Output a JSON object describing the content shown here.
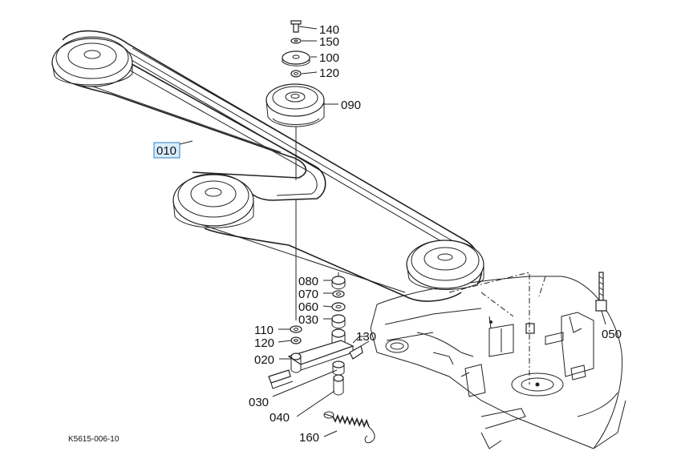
{
  "diagram": {
    "drawing_code": "K5615-006-10",
    "selected_part": "010",
    "highlight_color": "#d8ecfb",
    "callouts": [
      {
        "id": "140",
        "label": "140"
      },
      {
        "id": "150",
        "label": "150"
      },
      {
        "id": "100",
        "label": "100"
      },
      {
        "id": "120a",
        "label": "120"
      },
      {
        "id": "090",
        "label": "090"
      },
      {
        "id": "010",
        "label": "010"
      },
      {
        "id": "080",
        "label": "080"
      },
      {
        "id": "070",
        "label": "070"
      },
      {
        "id": "060",
        "label": "060"
      },
      {
        "id": "030a",
        "label": "030"
      },
      {
        "id": "110",
        "label": "110"
      },
      {
        "id": "120b",
        "label": "120"
      },
      {
        "id": "130",
        "label": "130"
      },
      {
        "id": "020",
        "label": "020"
      },
      {
        "id": "050",
        "label": "050"
      },
      {
        "id": "030b",
        "label": "030"
      },
      {
        "id": "040",
        "label": "040"
      },
      {
        "id": "160",
        "label": "160"
      }
    ]
  }
}
